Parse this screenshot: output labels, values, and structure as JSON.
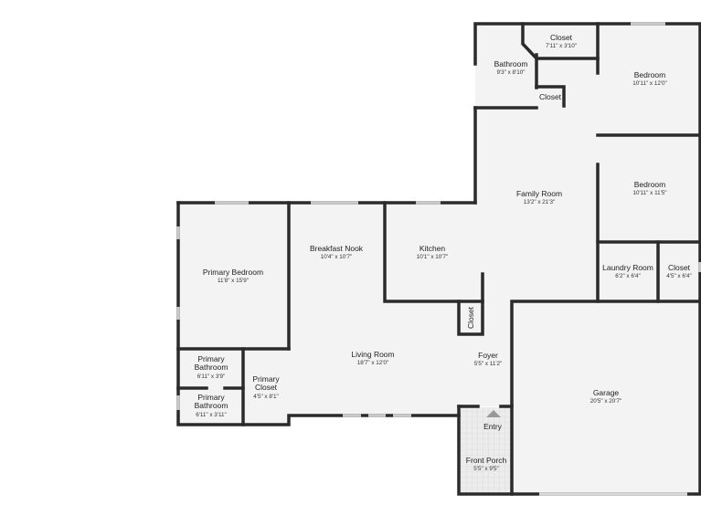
{
  "floorplan": {
    "colors": {
      "wall": "#2b2b2b",
      "floor": "#f3f3f3",
      "porch": "#e8e8e8",
      "background": "#ffffff"
    },
    "rooms": [
      {
        "key": "bathroom_upper",
        "name": "Bathroom",
        "dims": "9'3\" x 8'10\""
      },
      {
        "key": "closet_upper",
        "name": "Closet",
        "dims": "7'11\" x 3'10\""
      },
      {
        "key": "closet_small",
        "name": "Closet",
        "dims": ""
      },
      {
        "key": "bedroom_1",
        "name": "Bedroom",
        "dims": "10'11\" x 12'0\""
      },
      {
        "key": "bedroom_2",
        "name": "Bedroom",
        "dims": "10'11\" x 11'5\""
      },
      {
        "key": "family_room",
        "name": "Family Room",
        "dims": "13'2\" x 21'3\""
      },
      {
        "key": "primary_bedroom",
        "name": "Primary Bedroom",
        "dims": "11'8\" x 15'9\""
      },
      {
        "key": "breakfast_nook",
        "name": "Breakfast Nook",
        "dims": "10'4\" x 10'7\""
      },
      {
        "key": "kitchen",
        "name": "Kitchen",
        "dims": "10'1\" x 10'7\""
      },
      {
        "key": "laundry_room",
        "name": "Laundry Room",
        "dims": "6'2\" x 6'4\""
      },
      {
        "key": "closet_right",
        "name": "Closet",
        "dims": "4'5\" x 6'4\""
      },
      {
        "key": "closet_rotated",
        "name": "Closet",
        "dims": ""
      },
      {
        "key": "living_room",
        "name": "Living Room",
        "dims": "18'7\" x 12'0\""
      },
      {
        "key": "foyer",
        "name": "Foyer",
        "dims": "5'5\" x 11'2\""
      },
      {
        "key": "primary_bathroom_1",
        "name": "Primary Bathroom",
        "dims": "6'11\" x 3'9\""
      },
      {
        "key": "primary_bathroom_2",
        "name": "Primary Bathroom",
        "dims": "6'11\" x 3'11\""
      },
      {
        "key": "primary_closet",
        "name": "Primary Closet",
        "dims": "4'5\" x 8'1\""
      },
      {
        "key": "garage",
        "name": "Garage",
        "dims": "20'5\" x 20'7\""
      },
      {
        "key": "entry",
        "name": "Entry",
        "dims": ""
      },
      {
        "key": "front_porch",
        "name": "Front Porch",
        "dims": "5'5\" x 9'5\""
      }
    ]
  }
}
